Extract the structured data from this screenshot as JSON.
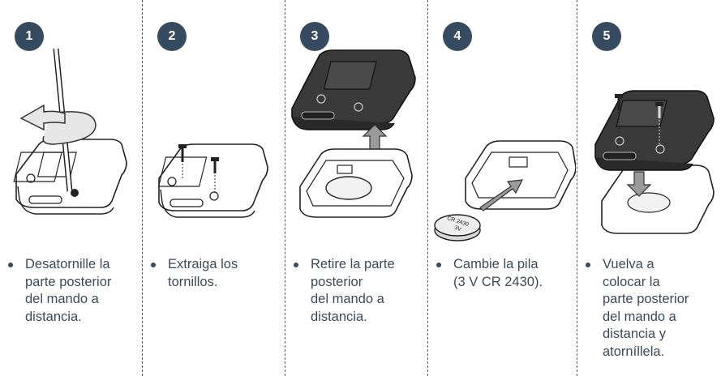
{
  "steps": [
    {
      "number": "1",
      "lines": [
        "Desatornille la",
        "parte posterior",
        "del mando a",
        "distancia."
      ]
    },
    {
      "number": "2",
      "lines": [
        "Extraiga los",
        "tornillos."
      ]
    },
    {
      "number": "3",
      "lines": [
        "Retire la parte",
        "posterior",
        "del mando a",
        "distancia."
      ]
    },
    {
      "number": "4",
      "lines": [
        "Cambie la pila",
        "(3 V CR 2430)."
      ]
    },
    {
      "number": "5",
      "lines": [
        "Vuelva a",
        "colocar la",
        "parte posterior",
        "del mando a",
        "distancia y",
        "atorníllela."
      ]
    }
  ],
  "battery_label": {
    "model": "CR 2430",
    "voltage": "3V"
  },
  "colors": {
    "badge": "#364a60",
    "cover": "#3a3a3a",
    "arrow": "#9a9a9a"
  }
}
